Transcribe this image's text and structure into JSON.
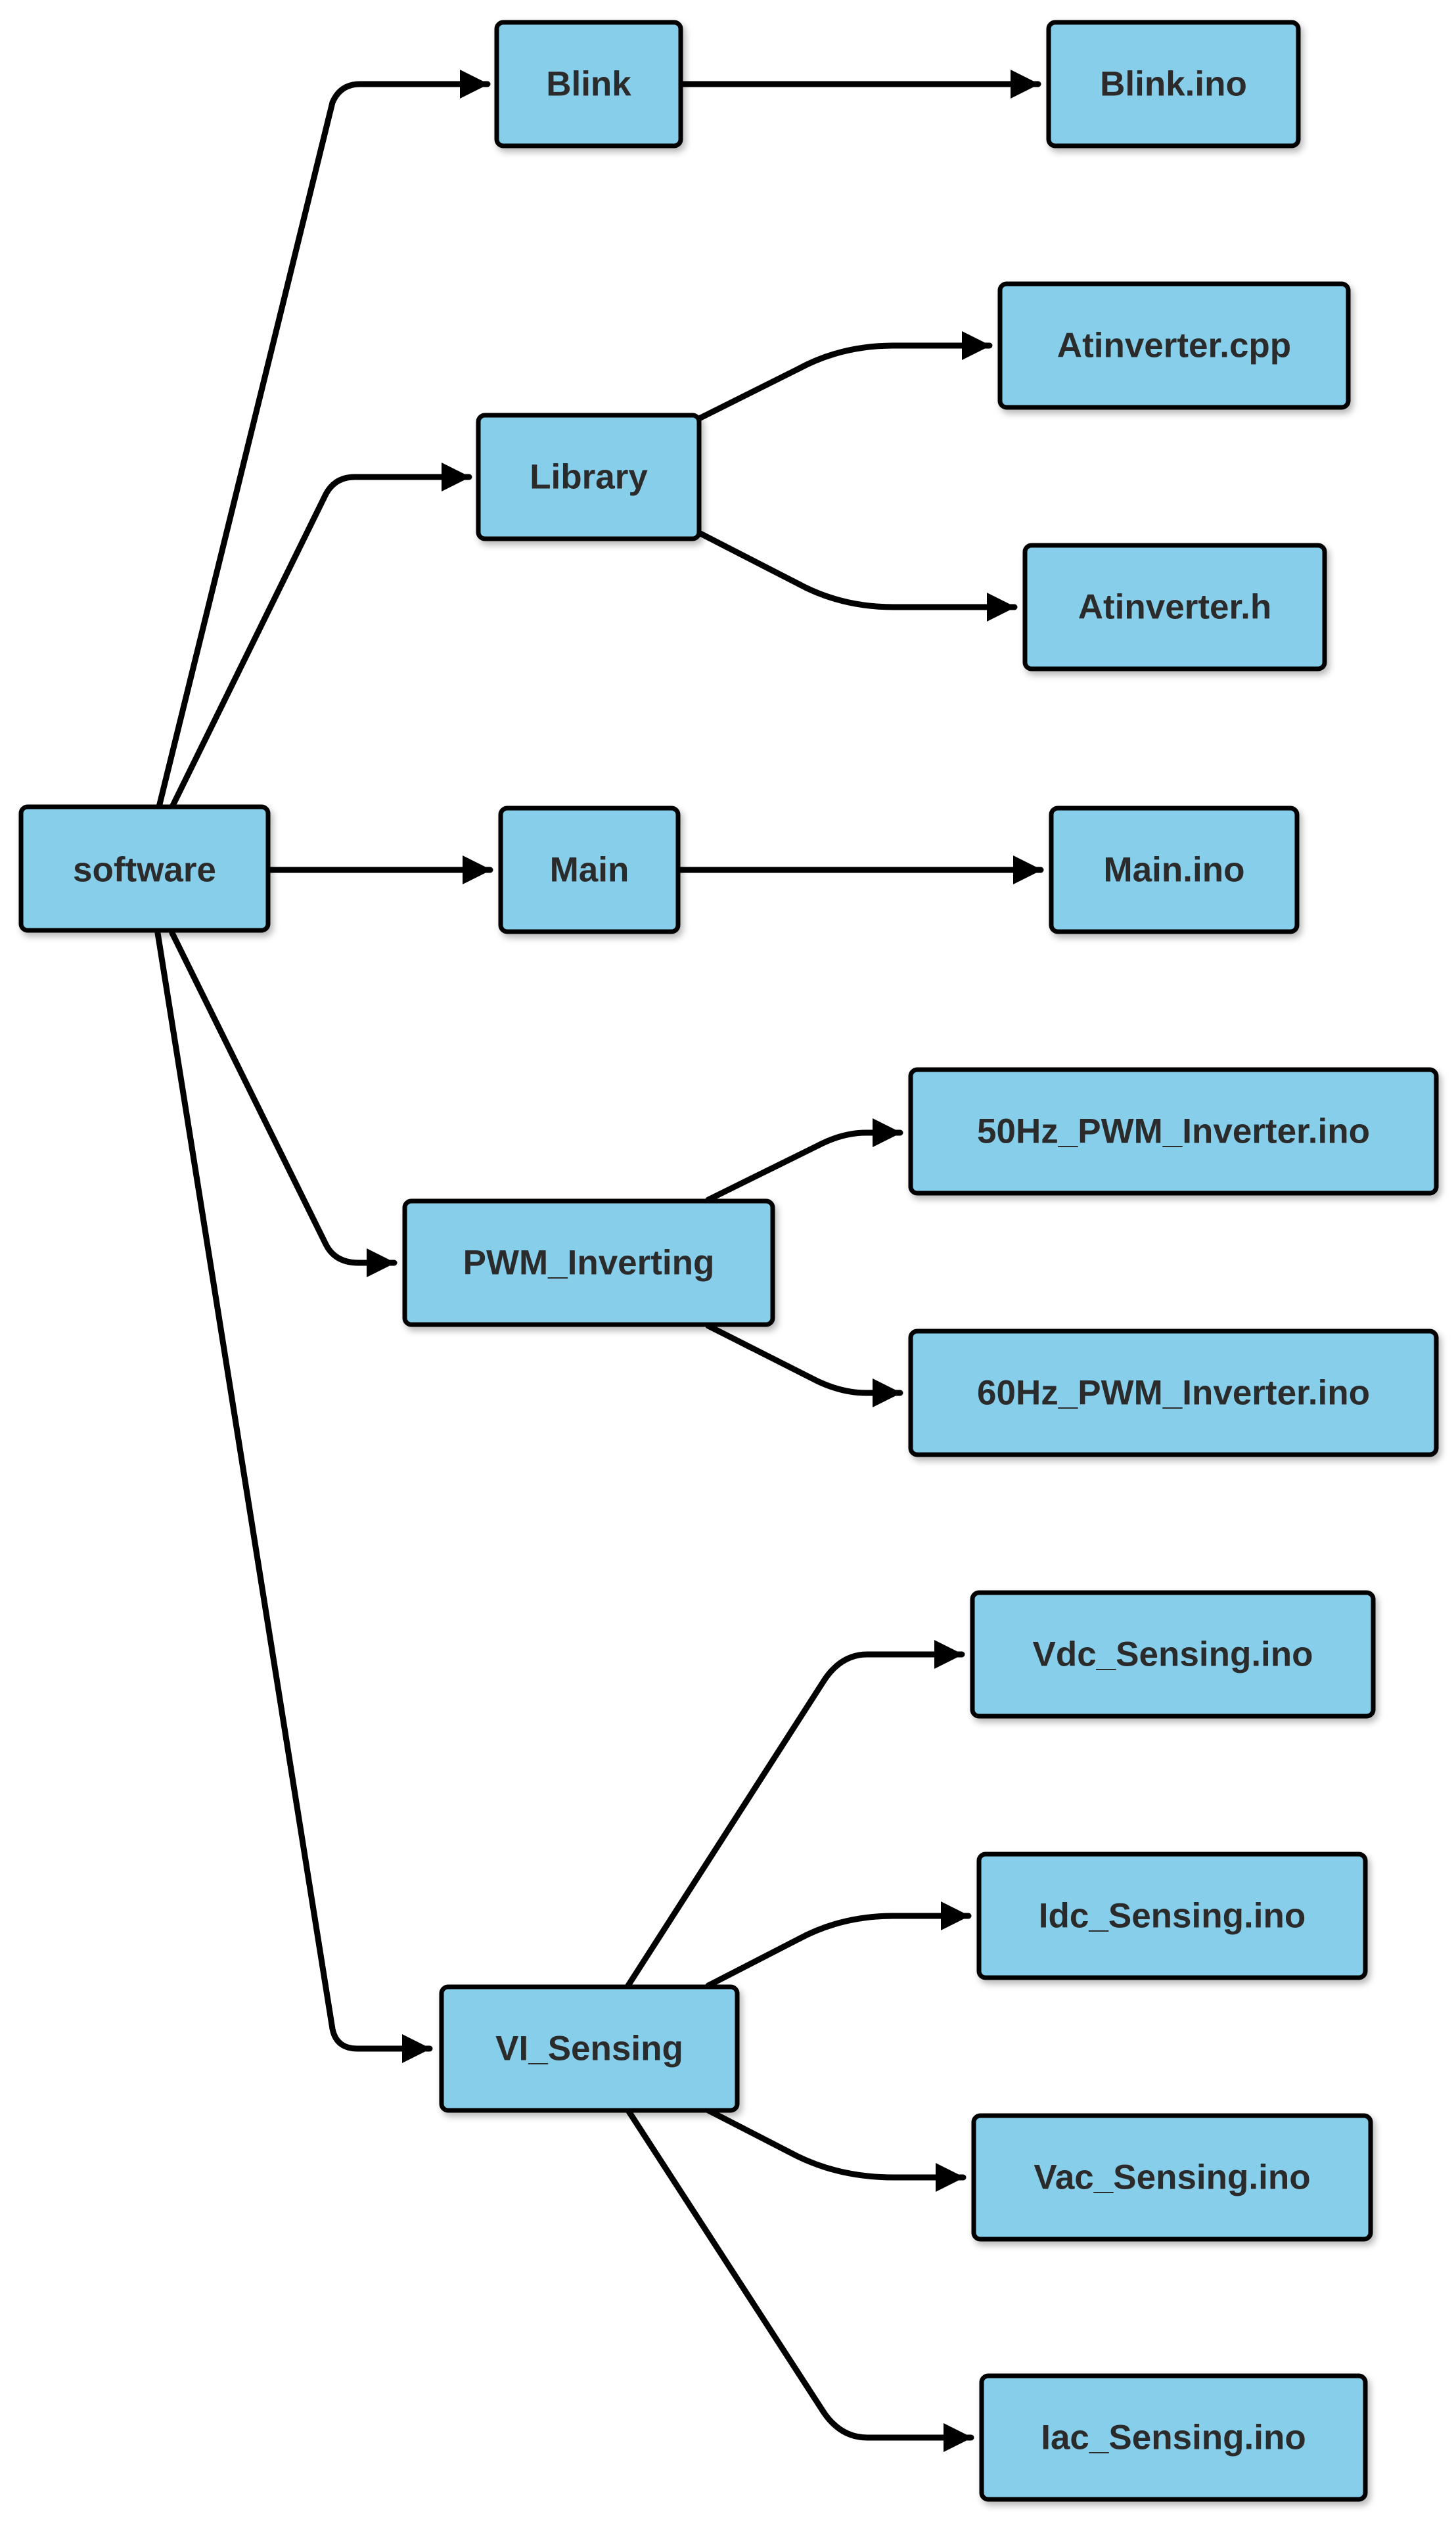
{
  "colors": {
    "node_fill": "#87CEEB",
    "node_border": "#000000",
    "edge": "#000000",
    "text": "#2b2b2b",
    "background": "#ffffff"
  },
  "nodes": [
    {
      "id": "software",
      "label": "software"
    },
    {
      "id": "blink",
      "label": "Blink"
    },
    {
      "id": "library",
      "label": "Library"
    },
    {
      "id": "main",
      "label": "Main"
    },
    {
      "id": "pwm_inverting",
      "label": "PWM_Inverting"
    },
    {
      "id": "vi_sensing",
      "label": "VI_Sensing"
    },
    {
      "id": "blink_ino",
      "label": "Blink.ino"
    },
    {
      "id": "atinverter_cpp",
      "label": "Atinverter.cpp"
    },
    {
      "id": "atinverter_h",
      "label": "Atinverter.h"
    },
    {
      "id": "main_ino",
      "label": "Main.ino"
    },
    {
      "id": "pwm_50hz",
      "label": "50Hz_PWM_Inverter.ino"
    },
    {
      "id": "pwm_60hz",
      "label": "60Hz_PWM_Inverter.ino"
    },
    {
      "id": "vdc_sensing",
      "label": "Vdc_Sensing.ino"
    },
    {
      "id": "idc_sensing",
      "label": "Idc_Sensing.ino"
    },
    {
      "id": "vac_sensing",
      "label": "Vac_Sensing.ino"
    },
    {
      "id": "iac_sensing",
      "label": "Iac_Sensing.ino"
    }
  ],
  "edges": [
    {
      "from": "software",
      "to": "blink"
    },
    {
      "from": "software",
      "to": "library"
    },
    {
      "from": "software",
      "to": "main"
    },
    {
      "from": "software",
      "to": "pwm_inverting"
    },
    {
      "from": "software",
      "to": "vi_sensing"
    },
    {
      "from": "blink",
      "to": "blink_ino"
    },
    {
      "from": "library",
      "to": "atinverter_cpp"
    },
    {
      "from": "library",
      "to": "atinverter_h"
    },
    {
      "from": "main",
      "to": "main_ino"
    },
    {
      "from": "pwm_inverting",
      "to": "pwm_50hz"
    },
    {
      "from": "pwm_inverting",
      "to": "pwm_60hz"
    },
    {
      "from": "vi_sensing",
      "to": "vdc_sensing"
    },
    {
      "from": "vi_sensing",
      "to": "idc_sensing"
    },
    {
      "from": "vi_sensing",
      "to": "vac_sensing"
    },
    {
      "from": "vi_sensing",
      "to": "iac_sensing"
    }
  ]
}
